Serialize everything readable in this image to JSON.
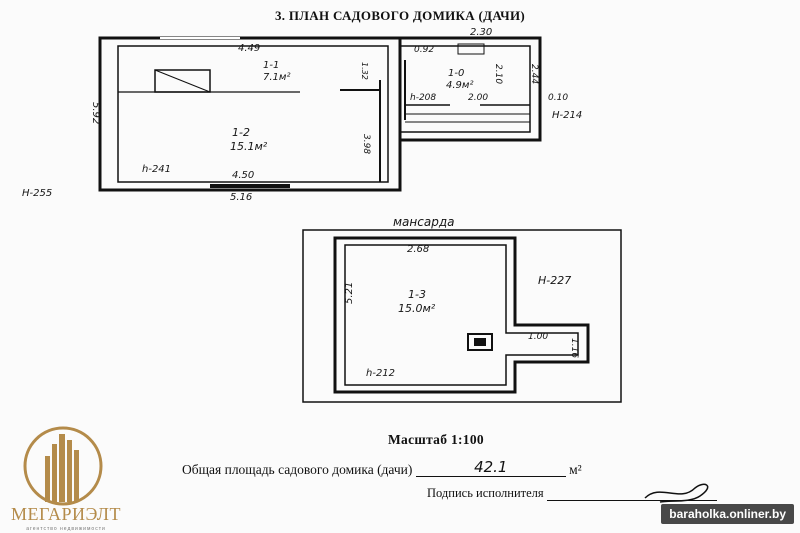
{
  "document": {
    "title": "3. ПЛАН САДОВОГО ДОМИКА (ДАЧИ)",
    "ground_floor": {
      "rooms": [
        {
          "number": "1-1",
          "area": "7.1м²"
        },
        {
          "number": "1-2",
          "area": "15.1м²"
        },
        {
          "number": "1-0",
          "area": "4.9м²"
        }
      ],
      "dimensions": [
        "4.49",
        "2.30",
        "0.92",
        "5.92",
        "4.50",
        "5.16",
        "3.98",
        "2.10",
        "2.44",
        "1.32",
        "2.00",
        "0.10"
      ],
      "heights": [
        "h-241",
        "h-208",
        "H-214",
        "H-255"
      ]
    },
    "attic": {
      "label": "мансарда",
      "rooms": [
        {
          "number": "1-3",
          "area": "15.0м²"
        }
      ],
      "dimensions": [
        "2.68",
        "5.21",
        "1.00",
        "1.16"
      ],
      "heights": [
        "h-212",
        "H-227"
      ]
    },
    "scale_text": "Масштаб 1:100",
    "total_area_label": "Общая площадь садового домика (дачи)",
    "total_area_value": "42.1",
    "total_area_unit": "м²",
    "signature_label": "Подпись исполнителя"
  },
  "branding": {
    "company": "МЕГАРИЭЛТ",
    "tagline": "агентство недвижимости",
    "watermark": "baraholka.onliner.by",
    "gold_color": "#b48b4a"
  }
}
